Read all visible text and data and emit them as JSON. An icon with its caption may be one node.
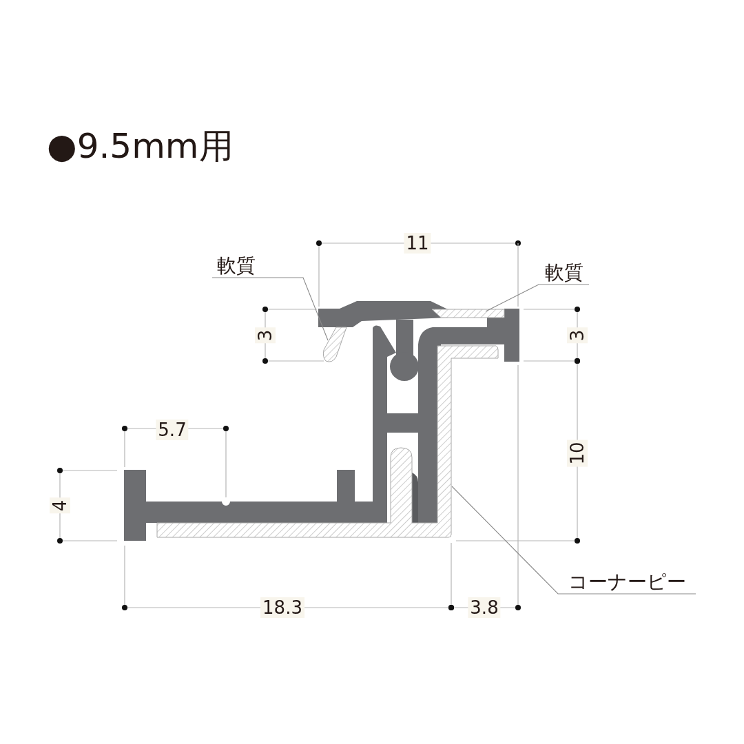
{
  "diagram": {
    "title": "●9.5mm用",
    "nodes": [
      {
        "text": [
          "軟質"
        ]
      },
      {
        "text": [
          "軟質"
        ]
      },
      {
        "text": [],
        "shape": "bar"
      },
      {
        "text": [],
        "shape": "bar"
      },
      {
        "text": [],
        "shape": "bar"
      },
      {
        "text": [
          "コーナーピー"
        ]
      }
    ],
    "edges": [
      {
        "from": 0,
        "to": 2,
        "arrow": "none"
      },
      {
        "from": 1,
        "to": 3,
        "arrow": "none"
      },
      {
        "from": 5,
        "to": 4,
        "arrow": "none"
      }
    ],
    "labels": [
      "11",
      "3",
      "3",
      "10",
      "5.7",
      "4",
      "18.3",
      "3.8"
    ]
  }
}
